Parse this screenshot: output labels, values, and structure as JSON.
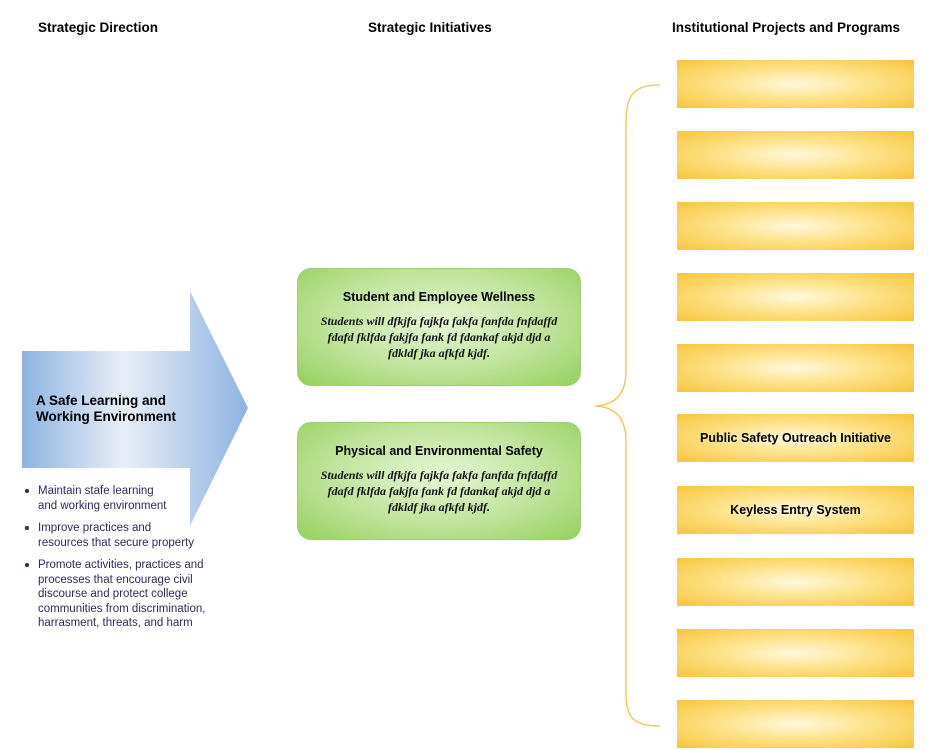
{
  "headers": {
    "direction": "Strategic Direction",
    "initiatives": "Strategic Initiatives",
    "projects": "Institutional Projects and Programs"
  },
  "direction": {
    "title_line1": "A Safe Learning and",
    "title_line2": "Working Environment",
    "bullets": [
      {
        "line1": "Maintain stafe learning",
        "line2": "and working environment"
      },
      {
        "line1": "Improve practices and",
        "line2": "resources that secure property"
      },
      {
        "line1": "Promote activities, practices and",
        "line2": "processes that encourage civil",
        "line3": "discourse and protect college",
        "line4": "communities from discrimination,",
        "line5": "harrasment, threats, and harm"
      }
    ]
  },
  "initiatives": [
    {
      "title": "Student and Employee Wellness",
      "desc_line1": "Students will dfkjfa fajkfa fakfa fanfda fnfdaffd",
      "desc_line2": "fdafd fklfda fakjfa fank fd fdankaf akjd djd a",
      "desc_line3": "fdkldf jka afkfd kjdf."
    },
    {
      "title": "Physical and Environmental Safety",
      "desc_line1": "Students will dfkjfa fajkfa fakfa fanfda fnfdaffd",
      "desc_line2": "fdafd fklfda fakjfa fank fd fdankaf akjd djd a",
      "desc_line3": "fdkldf jka afkfd kjdf."
    }
  ],
  "projects": [
    "",
    "",
    "",
    "",
    "",
    "Public Safety Outreach Initiative",
    "Keyless Entry System",
    "",
    "",
    ""
  ],
  "colors": {
    "arrow": "#8fb4e3",
    "initiative_fill": "#a9d77a",
    "project_fill": "#f7c53b",
    "brace": "#f2c24a"
  }
}
